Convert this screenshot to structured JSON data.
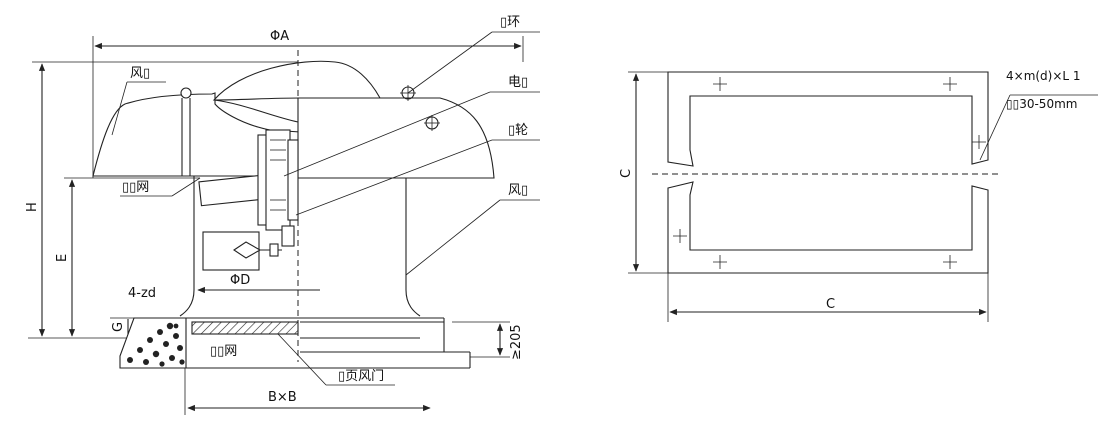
{
  "left": {
    "dim_a": "ΦA",
    "dim_h": "H",
    "dim_e": "E",
    "dim_g": "G",
    "dim_d": "ΦD",
    "dim_bb": "B×B",
    "dim_205": "≥205",
    "holes": "4-zd",
    "callouts": {
      "ring": "▯环",
      "wind_top": "风▯",
      "motor": "电▯",
      "wheel": "▯轮",
      "mesh_upper": "▯▯网",
      "wind_right": "风▯",
      "mesh_lower": "▯▯网",
      "valve": "▯页风门"
    }
  },
  "right": {
    "dim_c_side": "C",
    "dim_c_bottom": "C",
    "note_line1": "4×m(d)×L  1",
    "note_line2": "▯▯30-50mm"
  }
}
